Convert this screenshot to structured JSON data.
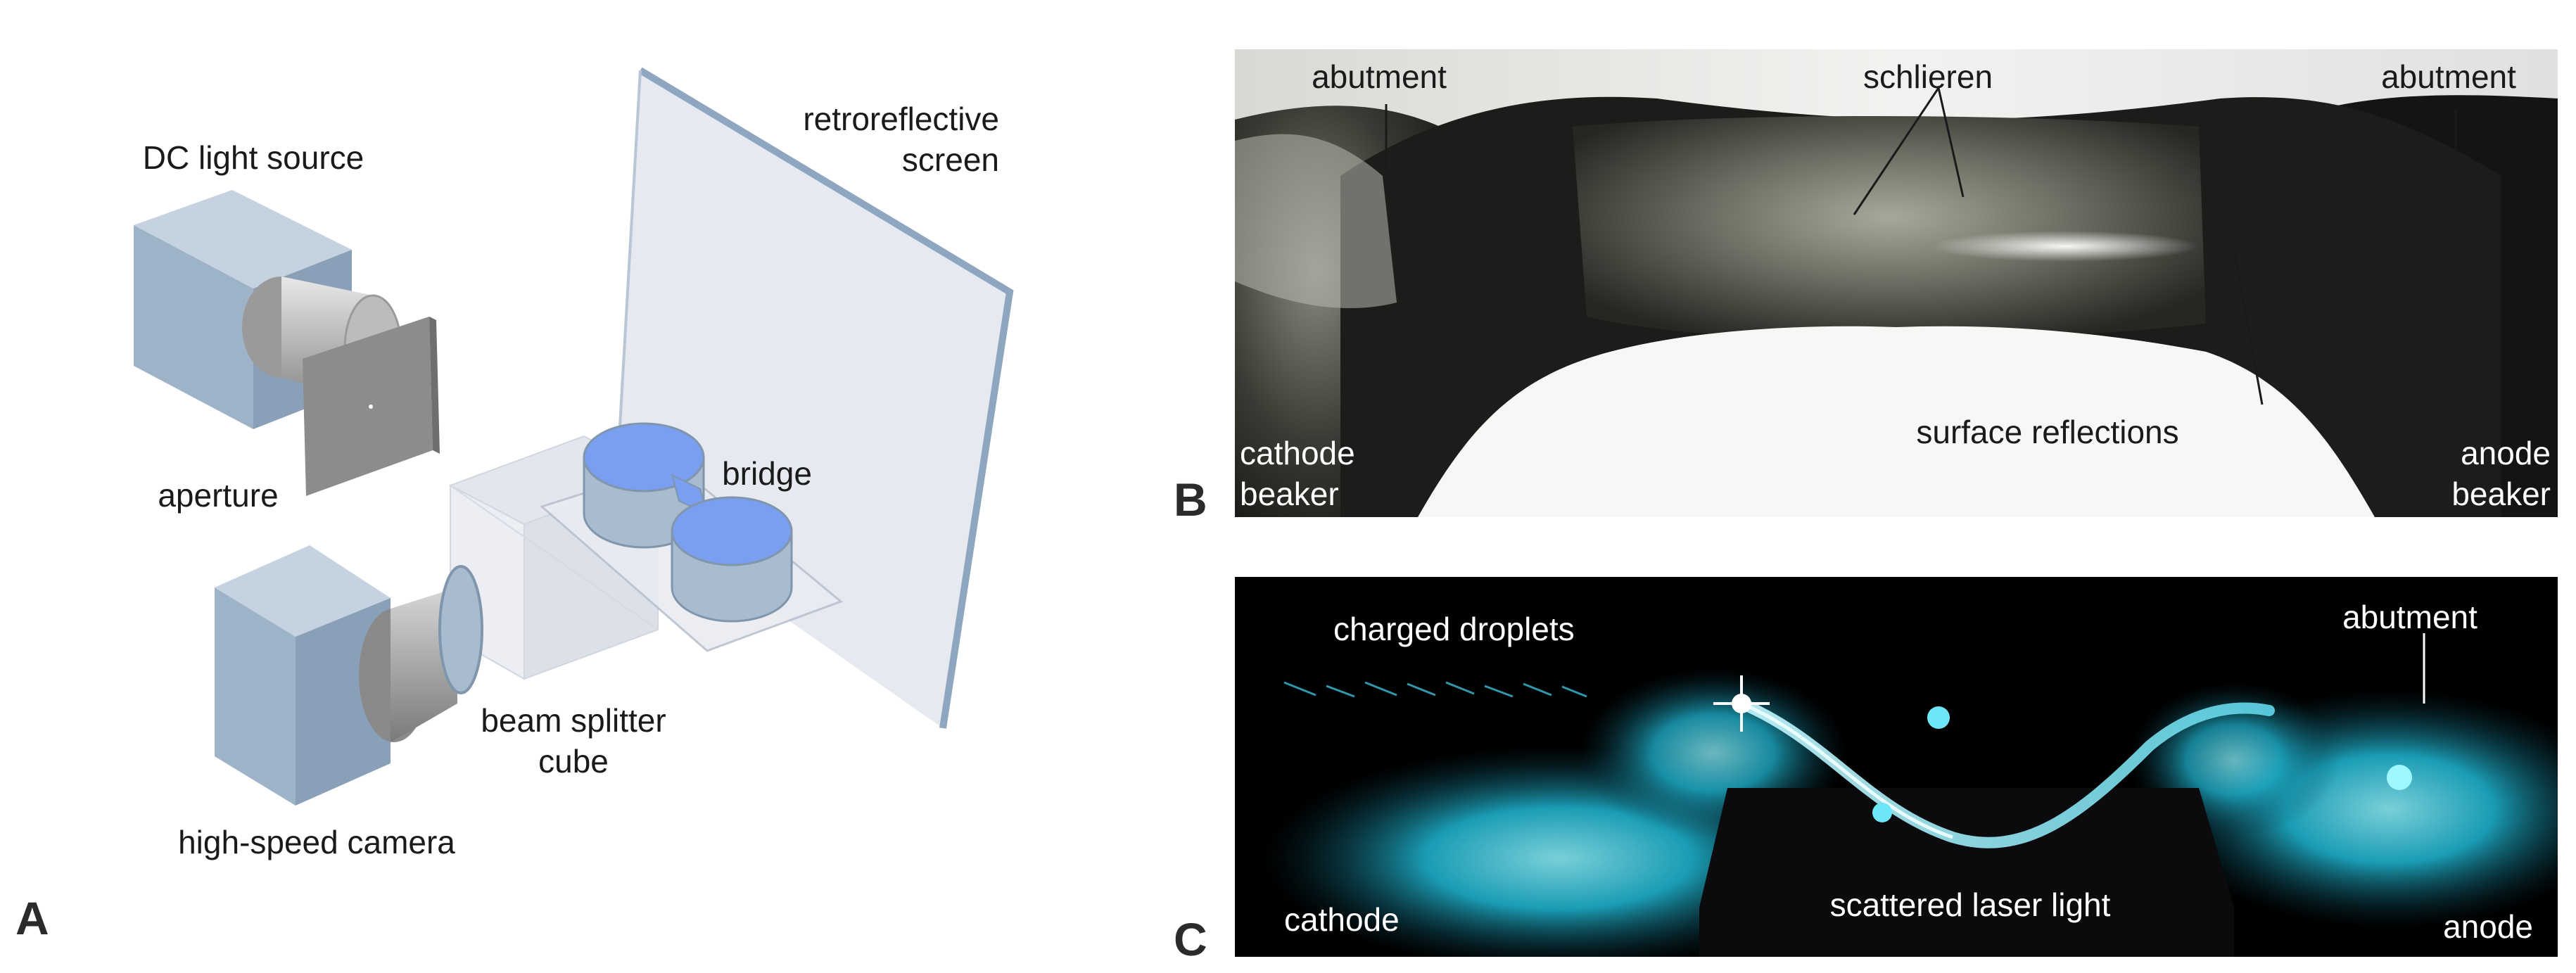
{
  "panels": {
    "a": {
      "letter": "A",
      "labels": {
        "light_source": "DC light source",
        "aperture": "aperture",
        "screen_line1": "retroreflective",
        "screen_line2": "screen",
        "bridge": "bridge",
        "splitter_line1": "beam splitter",
        "splitter_line2": "cube",
        "camera": "high-speed camera"
      }
    },
    "b": {
      "letter": "B",
      "labels": {
        "abutment_left": "abutment",
        "schlieren": "schlieren",
        "abutment_right": "abutment",
        "cathode_line1": "cathode",
        "cathode_line2": "beaker",
        "surface_reflections": "surface reflections",
        "anode_line1": "anode",
        "anode_line2": "beaker"
      }
    },
    "c": {
      "letter": "C",
      "labels": {
        "charged_droplets": "charged droplets",
        "abutment": "abutment",
        "cathode": "cathode",
        "scattered_laser": "scattered laser light",
        "anode": "anode"
      }
    }
  },
  "colors": {
    "housing": "#9fb3c8",
    "lens": "#c8c8c8",
    "aperture_plate": "#8c8c8c",
    "beaker_fill": "#7a9ef0",
    "glass": "#e6eaf2",
    "laser": "#2fd8f0"
  }
}
